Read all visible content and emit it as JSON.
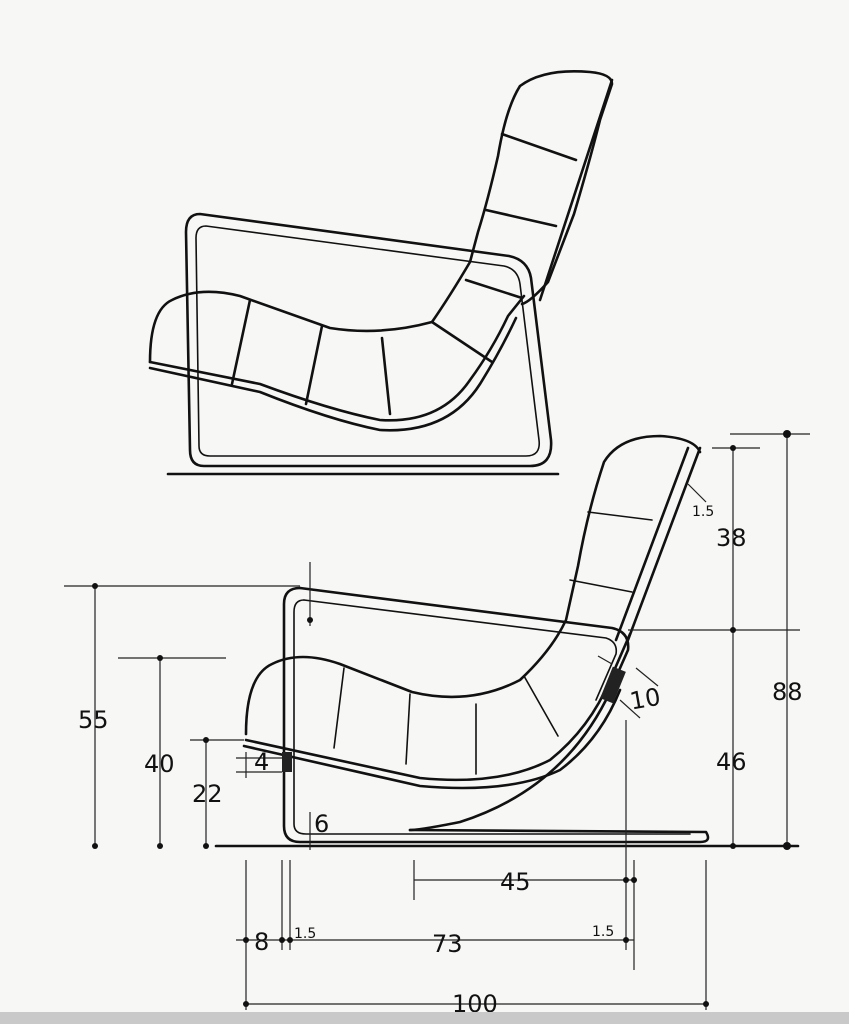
{
  "drawing": {
    "views": [
      "side-view-without-dimensions",
      "side-view-with-dimensions"
    ],
    "dimensions": {
      "total_height": "88",
      "back_upper": "38",
      "back_lower": "46",
      "arm_height": "55",
      "seat_height": "40",
      "seat_front_height": "22",
      "seat_thickness": "4",
      "base_offset": "6",
      "tube_top": "1.5",
      "tube_left": "1.5",
      "tube_right": "1.5",
      "back_thickness": "10",
      "seat_depth": "45",
      "front_offset": "8",
      "frame_depth": "73",
      "total_depth": "100"
    }
  }
}
